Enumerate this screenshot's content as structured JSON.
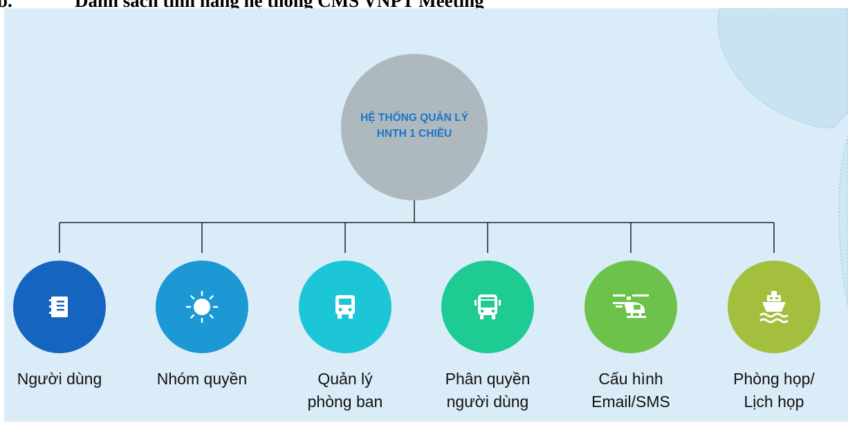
{
  "heading": {
    "number": "b.",
    "title": "Danh sách tính năng hệ thống CMS VNPT Meeting"
  },
  "root": {
    "label": "HỆ THỐNG QUẢN LÝ\nHNTH 1 CHIỀU",
    "color": "#adb9bf",
    "text_color": "#1f74c8"
  },
  "nodes": [
    {
      "label": "Người dùng",
      "icon": "notebook-icon",
      "color": "#1565c0"
    },
    {
      "label": "Nhóm quyền",
      "icon": "sun-icon",
      "color": "#1c98d4"
    },
    {
      "label": "Quản lý\nphòng ban",
      "icon": "truck-icon",
      "color": "#1cc6d6"
    },
    {
      "label": "Phân quyền\nngười dùng",
      "icon": "bus-icon",
      "color": "#1dcb93"
    },
    {
      "label": "Cấu hình\nEmail/SMS",
      "icon": "helicopter-icon",
      "color": "#6cc24a"
    },
    {
      "label": "Phòng họp/\nLịch họp",
      "icon": "ship-icon",
      "color": "#a4bf3e"
    }
  ],
  "colors": {
    "panel_background": "#d9ecf7",
    "connector": "#000000"
  }
}
